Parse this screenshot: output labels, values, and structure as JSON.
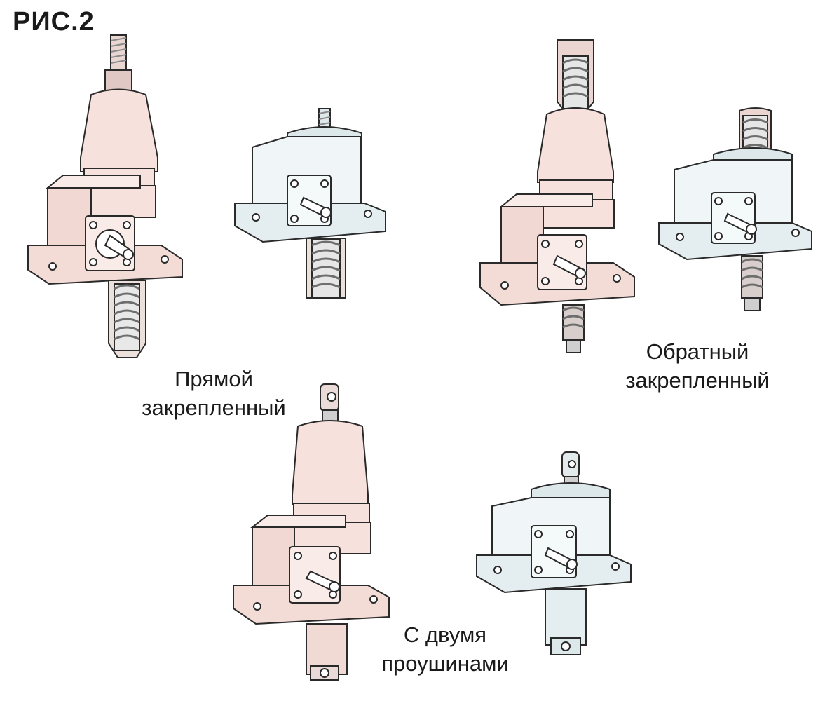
{
  "figure": {
    "title": "РИС.2"
  },
  "captions": {
    "direct": [
      "Прямой",
      "закрепленный"
    ],
    "reverse": [
      "Обратный",
      "закрепленный"
    ],
    "clevis": [
      "С двумя",
      "проушинами"
    ]
  },
  "colors": {
    "housing_pink": "#f6e1dc",
    "housing_blue": "#e8f1f3",
    "line": "#2a2a2a",
    "thread": "#9a9a9a",
    "cutaway": "#d9c2bd"
  }
}
